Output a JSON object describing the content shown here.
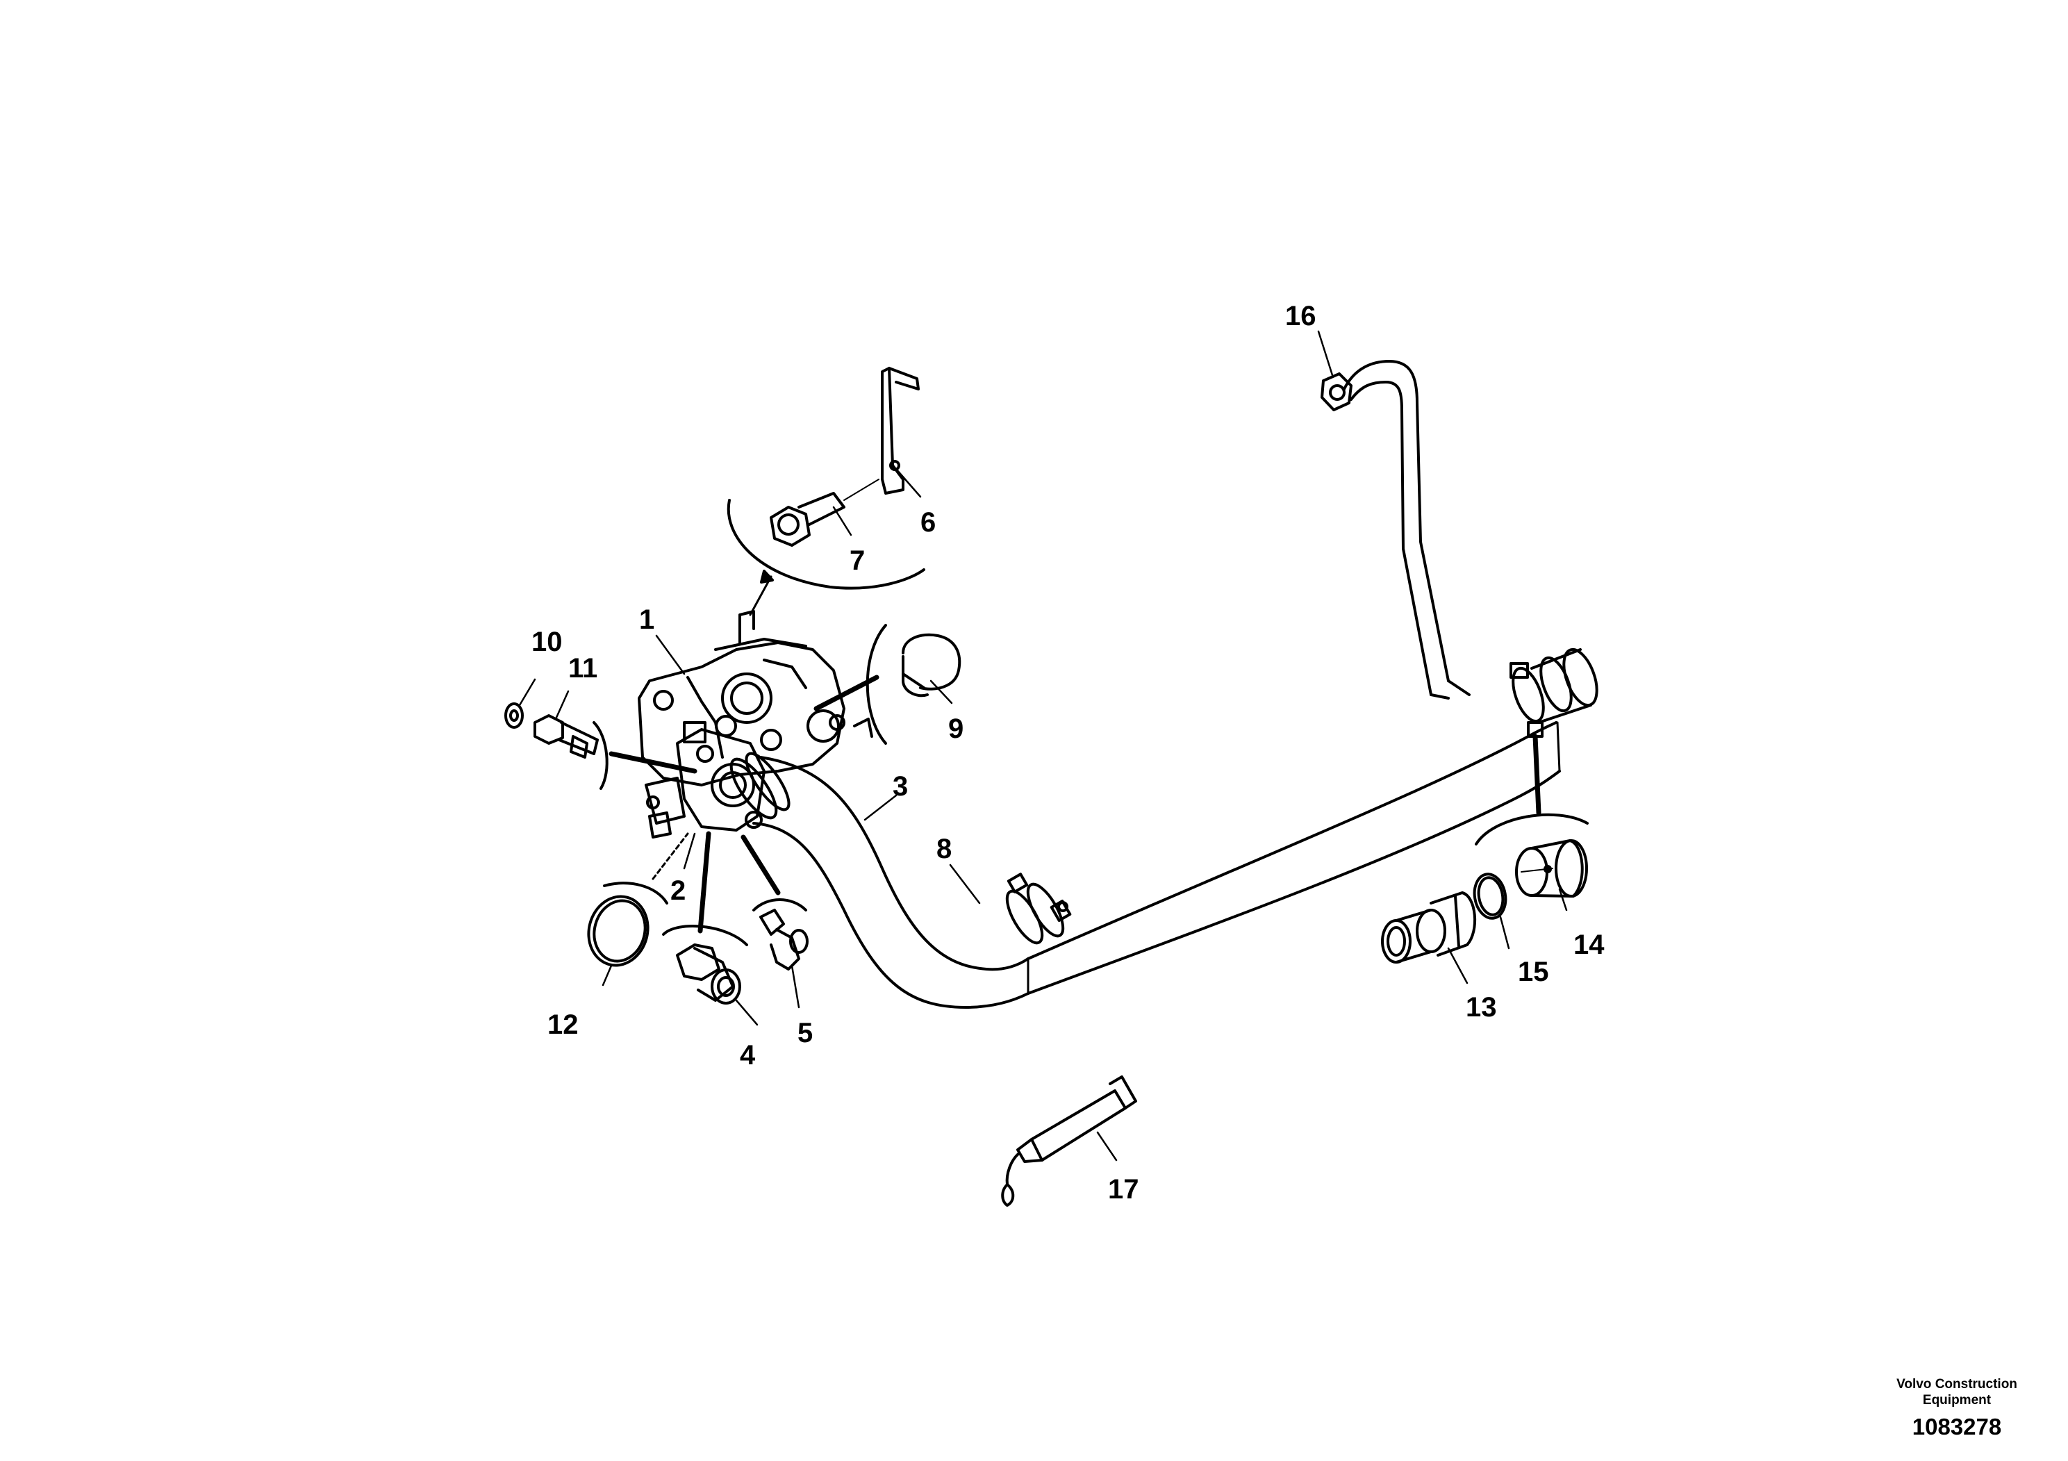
{
  "callouts": {
    "1": "1",
    "2": "2",
    "3": "3",
    "4": "4",
    "5": "5",
    "6": "6",
    "7": "7",
    "8": "8",
    "9": "9",
    "10": "10",
    "11": "11",
    "12": "12",
    "13": "13",
    "14": "14",
    "15": "15",
    "16": "16",
    "17": "17"
  },
  "stamp": {
    "company_line1": "Volvo Construction",
    "company_line2": "Equipment",
    "drawing_number": "1083278"
  },
  "colors": {
    "ink": "#000000",
    "paper": "#ffffff"
  }
}
